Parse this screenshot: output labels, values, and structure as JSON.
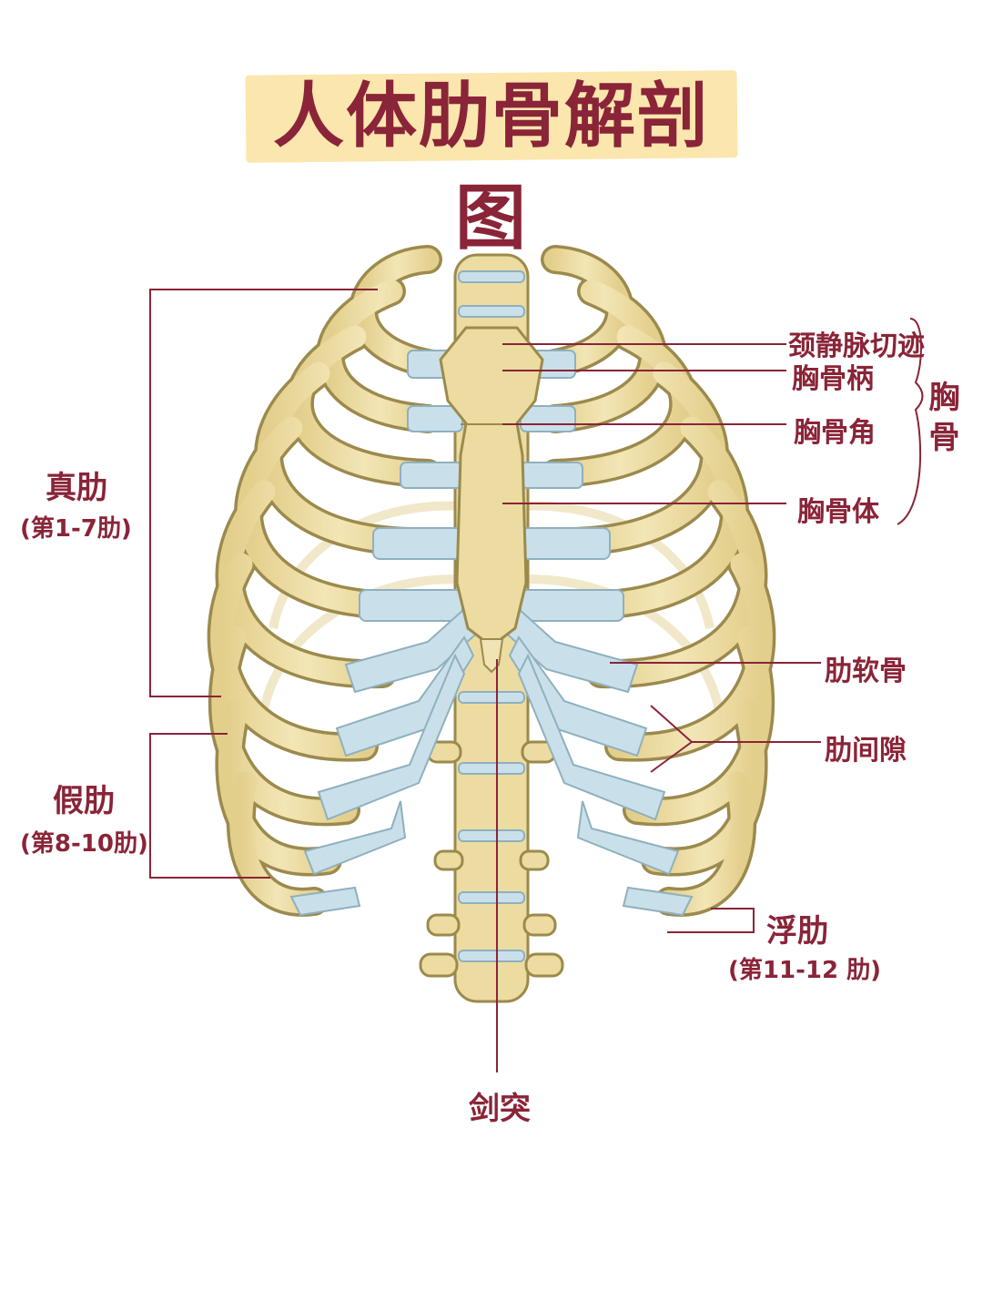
{
  "title": "人体肋骨解剖图",
  "labels": {
    "true_ribs": "真肋",
    "true_ribs_range": "(第1-7肋)",
    "false_ribs": "假肋",
    "false_ribs_range": "(第8-10肋)",
    "floating_ribs": "浮肋",
    "floating_ribs_range": "(第11-12 肋)",
    "jugular_notch": "颈静脉切迹",
    "manubrium": "胸骨柄",
    "sternal_angle": "胸骨角",
    "sternum_body": "胸骨体",
    "sternum": "胸骨",
    "costal_cartilage": "肋软骨",
    "intercostal_space": "肋间隙",
    "xiphoid_process": "剑突"
  },
  "colors": {
    "bone": "#eddca1",
    "bone_outline": "#9c8a4d",
    "cartilage": "#c9e0ea",
    "cartilage_outline": "#8fb0bf",
    "label": "#8a2438",
    "title_bg": "#fbe6ad"
  }
}
